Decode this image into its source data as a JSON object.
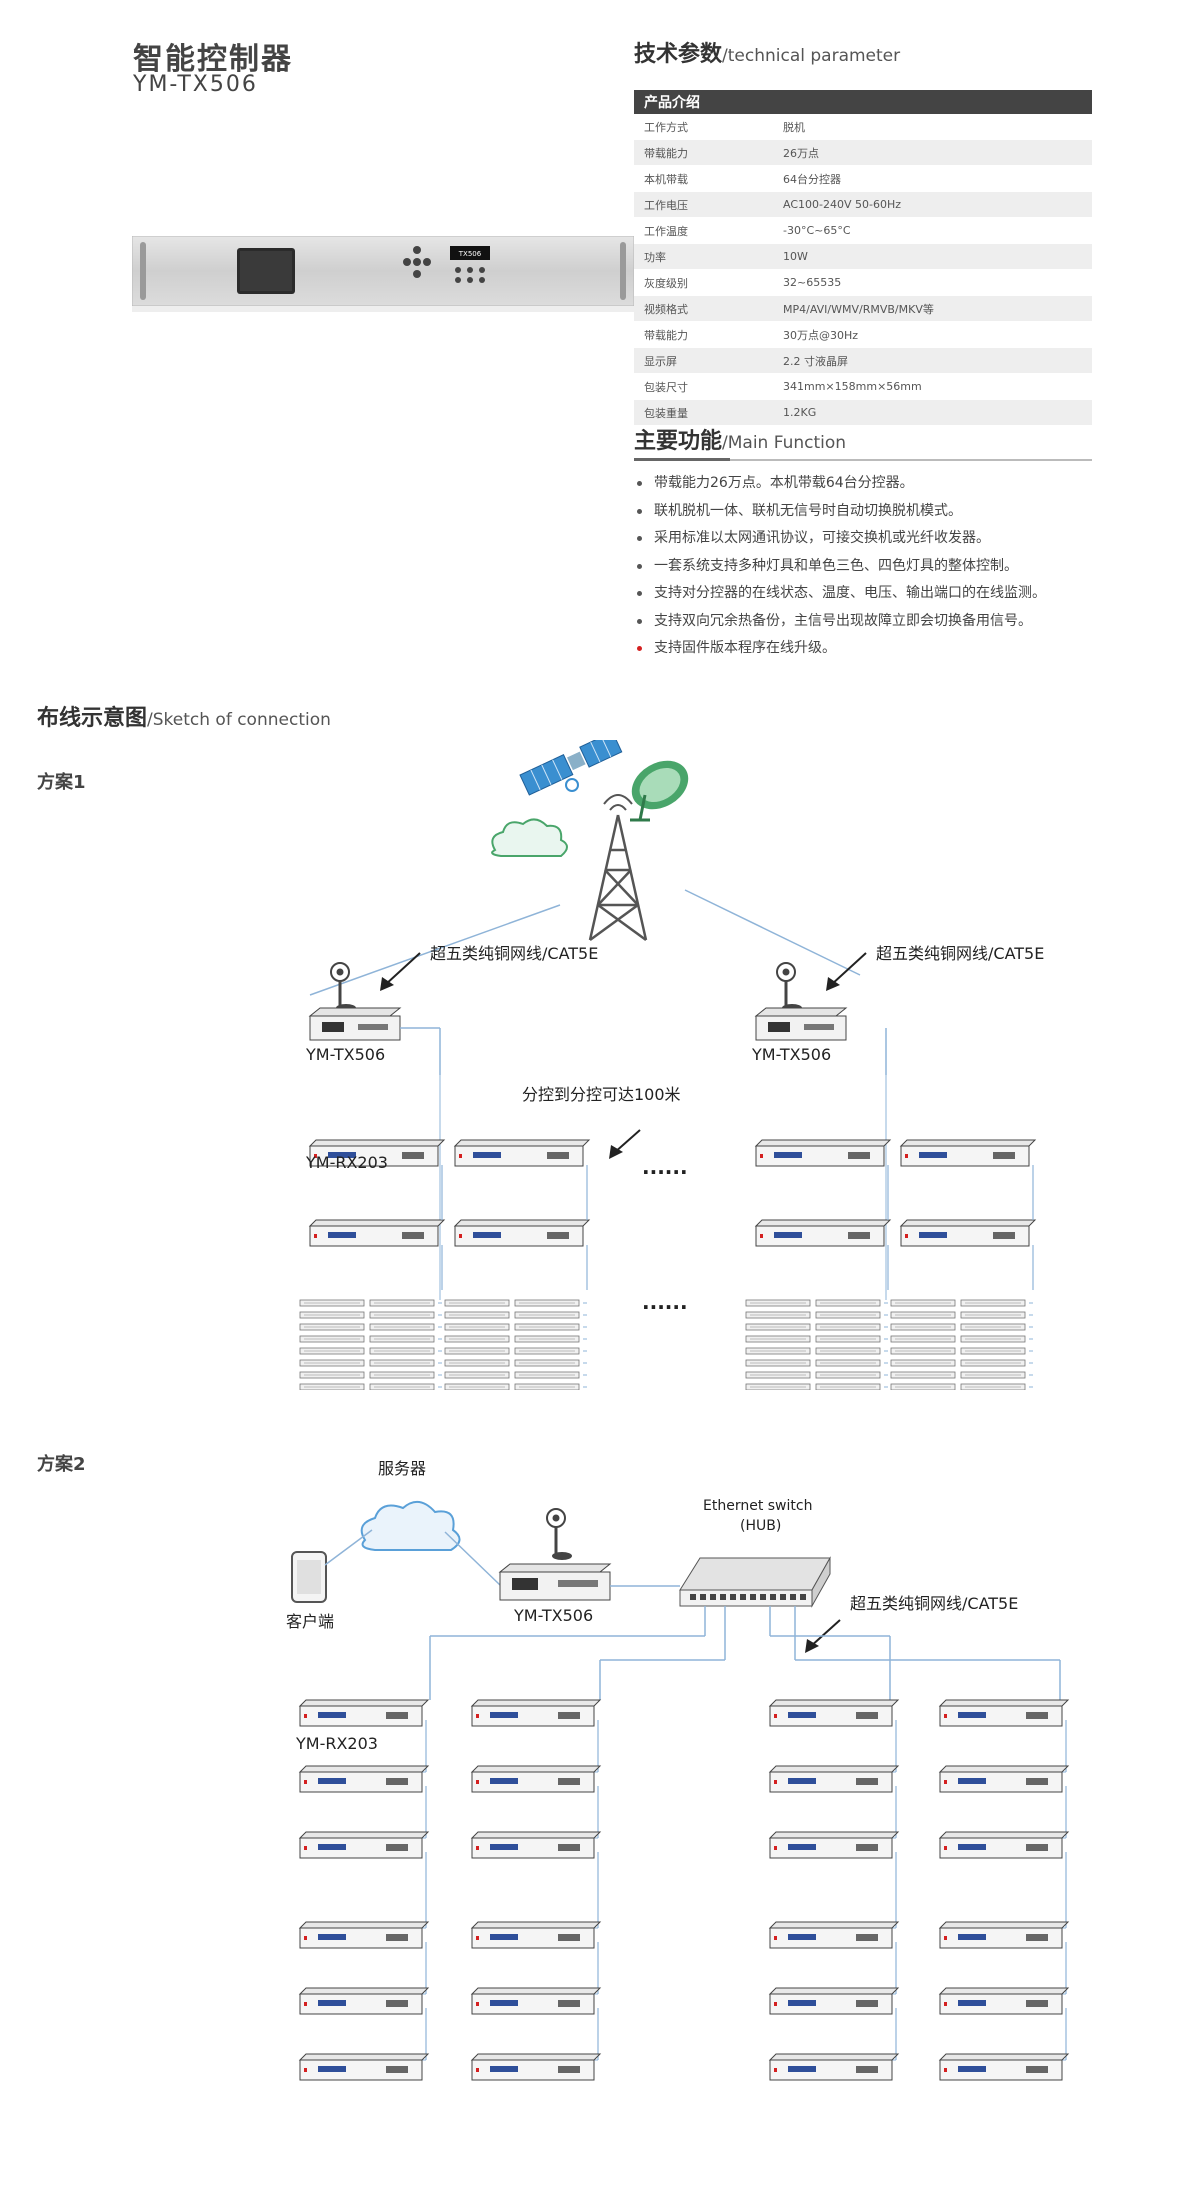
{
  "product": {
    "title_cn": "智能控制器",
    "model": "YM-TX506",
    "panel_label": "TX506"
  },
  "tech": {
    "title_cn": "技术参数",
    "title_en": "/technical parameter",
    "table_header": "产品介绍",
    "rows": [
      {
        "k": "工作方式",
        "v": "脱机"
      },
      {
        "k": "带载能力",
        "v": "26万点"
      },
      {
        "k": "本机带载",
        "v": "64台分控器"
      },
      {
        "k": "工作电压",
        "v": "AC100-240V 50-60Hz"
      },
      {
        "k": "工作温度",
        "v": "-30°C~65°C"
      },
      {
        "k": "功率",
        "v": "10W"
      },
      {
        "k": "灰度级别",
        "v": "32~65535"
      },
      {
        "k": "视频格式",
        "v": "MP4/AVI/WMV/RMVB/MKV等"
      },
      {
        "k": "带载能力",
        "v": "30万点@30Hz"
      },
      {
        "k": "显示屏",
        "v": "2.2 寸液晶屏"
      },
      {
        "k": "包装尺寸",
        "v": "341mm×158mm×56mm"
      },
      {
        "k": "包装重量",
        "v": "1.2KG"
      }
    ]
  },
  "func": {
    "title_cn": "主要功能",
    "title_en": "/Main Function",
    "items": [
      "带载能力26万点。本机带载64台分控器。",
      "联机脱机一体、联机无信号时自动切换脱机模式。",
      "采用标准以太网通讯协议，可接交换机或光纤收发器。",
      "一套系统支持多种灯具和单色三色、四色灯具的整体控制。",
      "支持对分控器的在线状态、温度、电压、输出端口的在线监测。",
      "支持双向冗余热备份，主信号出现故障立即会切换备用信号。",
      "支持固件版本程序在线升级。"
    ]
  },
  "sketch": {
    "title_cn": "布线示意图",
    "title_en": "/Sketch of connection",
    "plan1": {
      "label": "方案1",
      "cable_label": "超五类纯铜网线/CAT5E",
      "tx_label": "YM-TX506",
      "rx_label": "YM-RX203",
      "distance_label": "分控到分控可达100米",
      "dots": "······"
    },
    "plan2": {
      "label": "方案2",
      "server_label": "服务器",
      "client_label": "客户端",
      "tx_label": "YM-TX506",
      "switch_label": "Ethernet switch",
      "hub_label": "(HUB)",
      "cable_label": "超五类纯铜网线/CAT5E",
      "rx_label": "YM-RX203"
    }
  },
  "colors": {
    "line": "#8fb4d8",
    "dark": "#444444",
    "accent_red": "#d42020",
    "cloud": "#5aa0d8",
    "satellite": "#3a8fd0",
    "dish": "#49a56a"
  }
}
